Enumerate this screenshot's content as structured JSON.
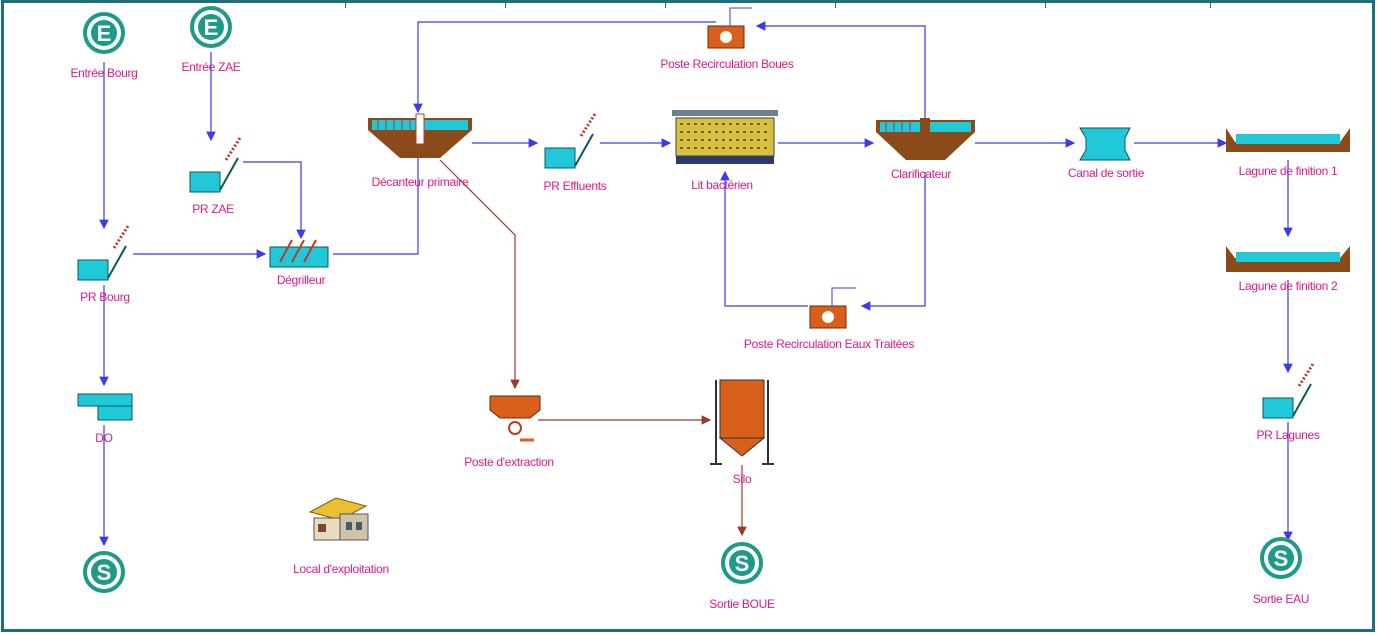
{
  "diagram": {
    "colors": {
      "water_flow": "#3a3af0",
      "sludge_flow": "#9a3b2a",
      "label": "#e0198a",
      "frame": "#1f6f7a",
      "node_teal": "#1f9a8a",
      "basin_water": "#20c8d8",
      "basin_earth": "#8a4a1a",
      "tank_orange": "#d8601a"
    },
    "nodes": {
      "entree_bourg": {
        "label": "Entrée Bourg",
        "icon": "entry-E-icon"
      },
      "entree_zae": {
        "label": "Entrée ZAE",
        "icon": "entry-E-icon"
      },
      "pr_zae": {
        "label": "PR ZAE",
        "icon": "pumping-station-icon"
      },
      "pr_bourg": {
        "label": "PR Bourg",
        "icon": "pumping-station-icon"
      },
      "degrilleur": {
        "label": "Dégrilleur",
        "icon": "screen-icon"
      },
      "decanteur_primaire": {
        "label": "Décanteur primaire",
        "icon": "settling-tank-icon"
      },
      "pr_effluents": {
        "label": "PR Effluents",
        "icon": "pumping-station-icon"
      },
      "lit_bacterien": {
        "label": "Lit bactérien",
        "icon": "trickling-filter-icon"
      },
      "clarificateur": {
        "label": "Clarificateur",
        "icon": "clarifier-icon"
      },
      "canal_de_sortie": {
        "label": "Canal de sortie",
        "icon": "channel-icon"
      },
      "lagune_finition_1": {
        "label": "Lagune de finition 1",
        "icon": "lagoon-icon"
      },
      "lagune_finition_2": {
        "label": "Lagune de finition 2",
        "icon": "lagoon-icon"
      },
      "pr_lagunes": {
        "label": "PR Lagunes",
        "icon": "pumping-station-icon"
      },
      "sortie_eau": {
        "label": "Sortie EAU",
        "icon": "exit-S-icon"
      },
      "poste_recirculation_boues": {
        "label": "Poste Recirculation Boues",
        "icon": "recirculation-pump-icon"
      },
      "poste_recirculation_eaux": {
        "label": "Poste Recirculation Eaux Traitées",
        "icon": "recirculation-pump-icon"
      },
      "poste_extraction": {
        "label": "Poste d'extraction",
        "icon": "extraction-station-icon"
      },
      "silo": {
        "label": "Silo",
        "icon": "silo-icon"
      },
      "sortie_boue": {
        "label": "Sortie BOUE",
        "icon": "exit-S-icon"
      },
      "overflow_node": {
        "label": "DO",
        "icon": "overflow-weir-icon"
      },
      "exit_left": {
        "label": "",
        "icon": "exit-S-icon"
      },
      "local_exploitation": {
        "label": "Local d'exploitation",
        "icon": "building-icon"
      }
    },
    "letters": {
      "entry": "E",
      "exit": "S"
    }
  }
}
